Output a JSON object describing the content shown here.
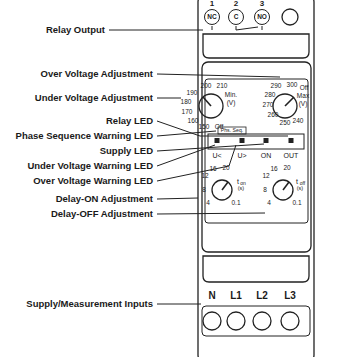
{
  "diagram": {
    "nodes": [
      {
        "text": [
          "NC"
        ]
      },
      {
        "text": [
          "C"
        ]
      },
      {
        "text": [
          "NO"
        ]
      }
    ],
    "labels": [
      "Relay Output",
      "Over Voltage Adjustment",
      "Under Voltage Adjustment",
      "Relay LED",
      "Phase Sequence Warning LED",
      "Supply LED",
      "Under Voltage Warning LED",
      "Over Voltage Warning LED",
      "Delay-ON Adjustment",
      "Delay-OFF Adjustment",
      "Supply/Measurement Inputs",
      "1",
      "2",
      "3",
      "190",
      "200",
      "210",
      "180",
      "Min.",
      "170",
      "(V)",
      "160",
      "150",
      "Off",
      "290",
      "300",
      "Off",
      "280",
      "Max",
      "270",
      "(V)",
      "260",
      "250",
      "240",
      "Phs. Seq.",
      "U<",
      "U>",
      "ON",
      "OUT",
      "16",
      "20",
      "12",
      "t",
      "on",
      "(s)",
      "8",
      "4",
      "0.1",
      "16",
      "20",
      "12",
      "t",
      "off",
      "(s)",
      "8",
      "4",
      "0.1",
      "N",
      "L1",
      "L2",
      "L3"
    ]
  }
}
